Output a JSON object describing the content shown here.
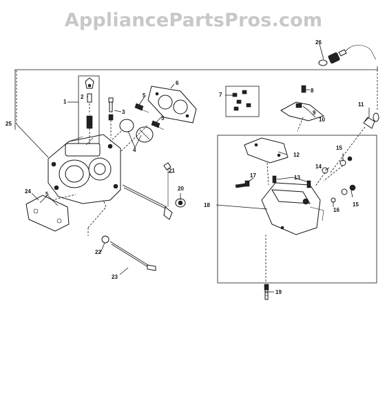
{
  "watermark": "AppliancePartsPros.com",
  "callouts": [
    "1",
    "2",
    "3",
    "4",
    "5",
    "6",
    "7",
    "8",
    "9",
    "10",
    "11",
    "12",
    "13",
    "14",
    "15",
    "16",
    "17",
    "18",
    "19",
    "20",
    "21",
    "22",
    "23",
    "24",
    "25",
    "26"
  ]
}
